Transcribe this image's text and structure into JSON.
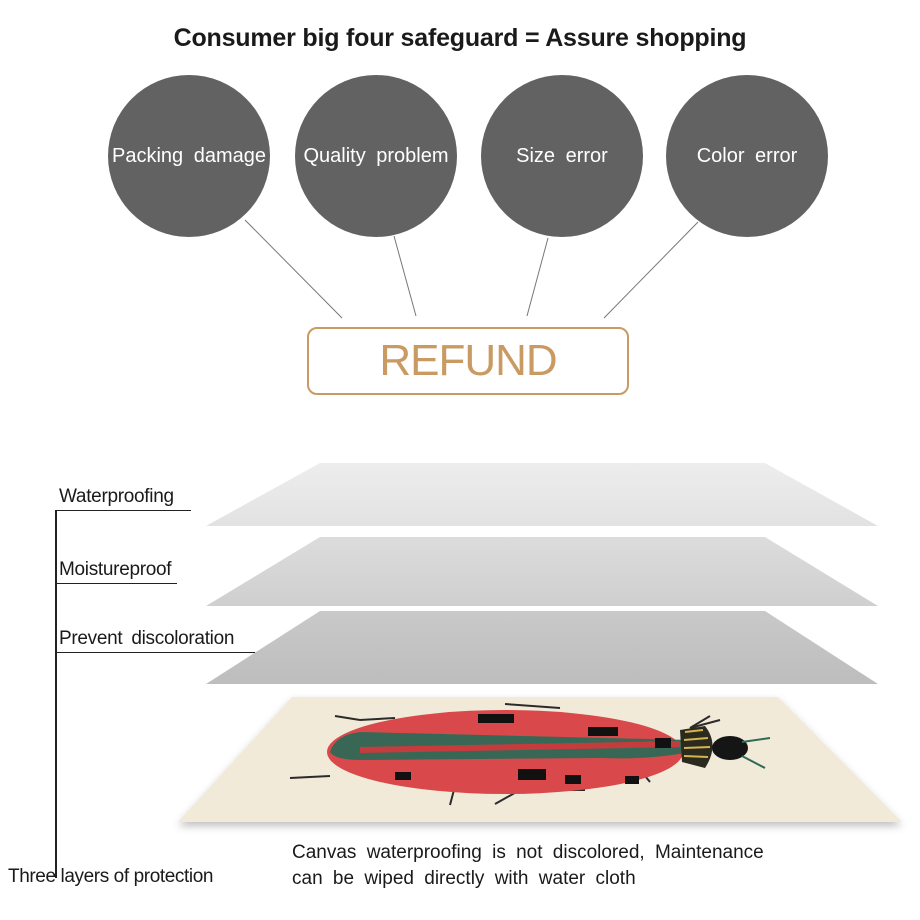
{
  "title": "Consumer big four safeguard = Assure shopping",
  "safeguards": [
    {
      "label": "Packing damage"
    },
    {
      "label": "Quality problem"
    },
    {
      "label": "Size error"
    },
    {
      "label": "Color error"
    }
  ],
  "refund_label": "REFUND",
  "layers": [
    {
      "label": "Waterproofing"
    },
    {
      "label": "Moistureproof"
    },
    {
      "label": "Prevent discoloration"
    }
  ],
  "protection_label": "Three layers of protection",
  "caption": {
    "line1": "Canvas waterproofing is not discolored, Maintenance",
    "line2": "can be wiped directly with water cloth"
  },
  "colors": {
    "circle": "#626262",
    "refund_accent": "#c99a62",
    "canvas_bg": "#f1ead9",
    "ladybug_red": "#d9494b",
    "ladybug_green": "#2f6a55"
  }
}
